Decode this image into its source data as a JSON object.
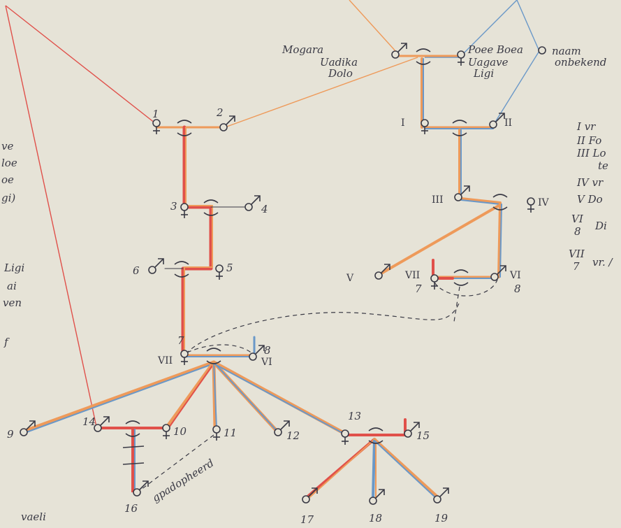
{
  "colors": {
    "paper": "#e6e3d7",
    "ink": "#3a3a45",
    "red": "#e0504a",
    "orange": "#ee9a5a",
    "blue": "#6a98c8"
  },
  "names": {
    "mogara_line1": "Mogara",
    "mogara_line2": "Uadika",
    "mogara_line3": "Dolo",
    "poee_line1": "Poee Boea",
    "poee_line2": "Uagave",
    "poee_line3": "Ligi",
    "naam_line1": "naam",
    "naam_line2": "onbekend"
  },
  "numbers": {
    "n1": "1",
    "n2": "2",
    "n3": "3",
    "n4": "4",
    "n5": "5",
    "n6": "6",
    "n7": "7",
    "n8": "8",
    "n9": "9",
    "n10": "10",
    "n11": "11",
    "n12": "12",
    "n13": "13",
    "n14": "14",
    "n15": "15",
    "n16": "16",
    "n17": "17",
    "n18": "18",
    "n19": "19",
    "r7": "7",
    "r8": "8"
  },
  "romans": {
    "I": "I",
    "II": "II",
    "III": "III",
    "IV": "IV",
    "V": "V",
    "VI": "VI",
    "VII": "VII",
    "VII_b": "VII",
    "VI_b": "VI"
  },
  "annotations": {
    "gradopheerd": "gpadopheerd"
  },
  "legend": {
    "row1": "I  vr",
    "row2": "II  Fo",
    "row3": "III  Lo",
    "row3b": "te",
    "row4": "IV  vr",
    "row5": "V  Do",
    "row6a": "VI",
    "row6b": "8",
    "row6text": "Di",
    "row7a": "VII",
    "row7b": "7",
    "row7text": "vr. /"
  },
  "left_margin": {
    "l1": "ve",
    "l2": "loe",
    "l3": "oe",
    "l4": "gi)",
    "l5": "Ligi",
    "l6": "ai",
    "l7": "ven",
    "l8": "f",
    "bottom": "vaeli"
  }
}
